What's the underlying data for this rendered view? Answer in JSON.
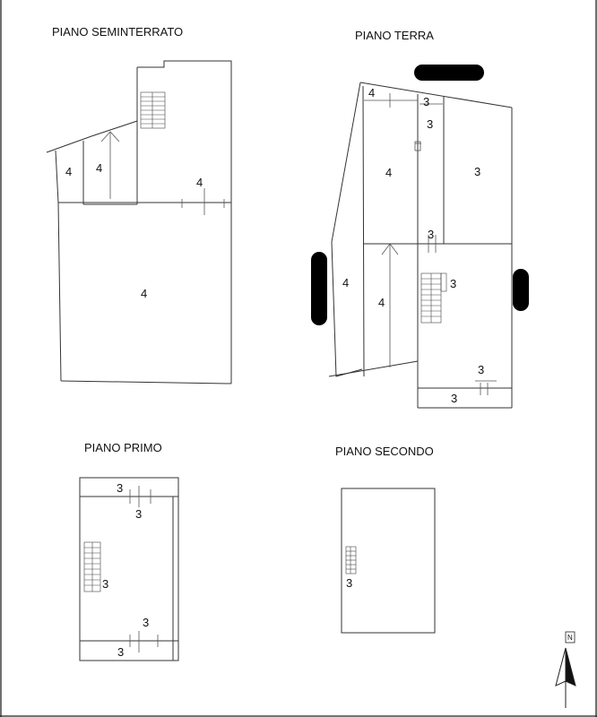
{
  "floors": {
    "basement": {
      "title": "PIANO SEMINTERRATO",
      "labels": [
        "4",
        "4",
        "4",
        "4"
      ]
    },
    "ground": {
      "title": "PIANO TERRA",
      "labels": [
        "4",
        "3",
        "3",
        "4",
        "3",
        "3",
        "4",
        "4",
        "3",
        "3",
        "3"
      ]
    },
    "first": {
      "title": "PIANO PRIMO",
      "labels": [
        "3",
        "3",
        "3",
        "3",
        "3"
      ]
    },
    "second": {
      "title": "PIANO SECONDO",
      "labels": [
        "3"
      ]
    }
  },
  "north": {
    "label": "N",
    "icon": "north-arrow-icon"
  }
}
